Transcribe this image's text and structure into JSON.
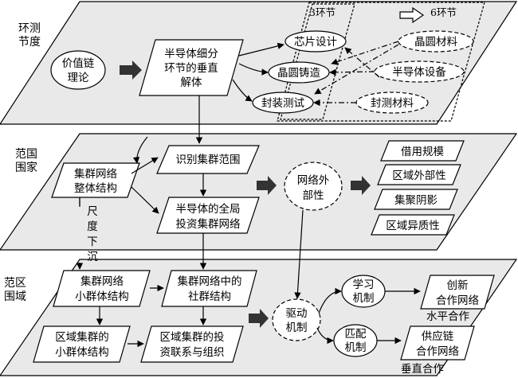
{
  "zones": {
    "top": "测度环节",
    "mid": "国家范围",
    "bot": "区域范围"
  },
  "top": {
    "value_chain": [
      "价值链",
      "理论"
    ],
    "vertical_split": [
      "半导体细分",
      "环节的垂直",
      "解体"
    ],
    "three_links": "3环节",
    "six_links": "6环节",
    "chip_design": "芯片设计",
    "wafer_casting": "晶圆铸造",
    "package_test": "封装测试",
    "wafer_material": "晶圆材料",
    "semi_equipment": "半导体设备",
    "package_material": "封测材料"
  },
  "mid": {
    "cluster_whole": [
      "集群网络",
      "整体结构"
    ],
    "identify_cluster": "识别集群范围",
    "global_invest": [
      "半导体的全局",
      "投资集群网络"
    ],
    "externality": [
      "网络外",
      "部性"
    ],
    "borrow_scale": "借用规模",
    "regional_ext": "区域外部性",
    "agglom_shadow": "集聚阴影",
    "regional_het": "区域异质性",
    "scale_down": [
      "尺",
      "度",
      "下",
      "沉"
    ]
  },
  "bot": {
    "small_group": [
      "集群网络",
      "小群体结构"
    ],
    "community": [
      "集群网络中的",
      "社群结构"
    ],
    "regional_small": [
      "区域集群的",
      "小群体结构"
    ],
    "regional_invest": [
      "区域集群的投",
      "资联系与组织"
    ],
    "driver": [
      "驱动",
      "机制"
    ],
    "learning": [
      "学习",
      "机制"
    ],
    "matching": [
      "匹配",
      "机制"
    ],
    "innovation_net": [
      "创新",
      "合作网络"
    ],
    "supply_net": [
      "供应链",
      "合作网络"
    ],
    "horizontal": "水平合作",
    "vertical": "垂直合作"
  }
}
